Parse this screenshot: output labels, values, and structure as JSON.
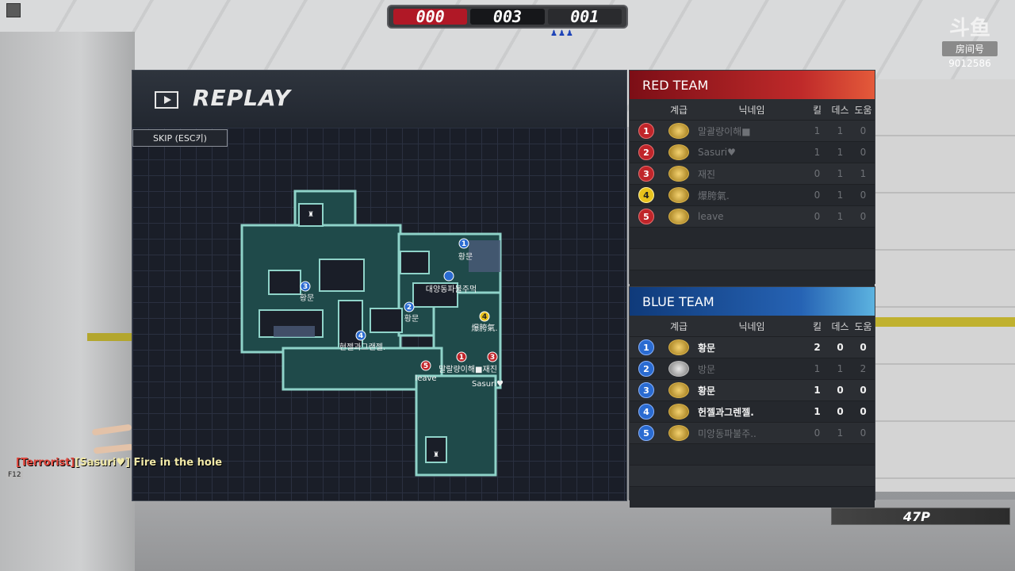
{
  "hud": {
    "score_red": "000",
    "score_mid": "003",
    "score_right": "001",
    "players_indicator": "♟♟♟",
    "points": "47P"
  },
  "watermark": {
    "brand": "斗鱼",
    "label": "房间号",
    "room_id": "9012586"
  },
  "replay": {
    "title": "REPLAY",
    "skip_label": "SKIP (ESC키)",
    "map_labels": [
      {
        "text": "황문"
      },
      {
        "text": "대양동파불주먹"
      },
      {
        "text": "황문"
      },
      {
        "text": "황문"
      },
      {
        "text": "현젤과그랜젤."
      },
      {
        "text": "말랄량이해■재진"
      },
      {
        "text": "leave"
      },
      {
        "text": "Sasuri♥"
      },
      {
        "text": "爆胯氣."
      }
    ]
  },
  "chat": {
    "tag": "[Terrorist]",
    "speaker": "[Sasuri♥]",
    "message": " Fire in the hole",
    "f12": "F12"
  },
  "columns": {
    "rank": "계급",
    "name": "닉네임",
    "kills": "킬",
    "deaths": "데스",
    "assists": "도움"
  },
  "red_team": {
    "title": "RED TEAM",
    "players": [
      {
        "num": "1",
        "name": "말괄량이해■",
        "kills": "1",
        "deaths": "1",
        "assists": "0",
        "badge": "r"
      },
      {
        "num": "2",
        "name": "Sasuri♥",
        "kills": "1",
        "deaths": "1",
        "assists": "0",
        "badge": "r"
      },
      {
        "num": "3",
        "name": "재진",
        "kills": "0",
        "deaths": "1",
        "assists": "1",
        "badge": "r"
      },
      {
        "num": "4",
        "name": "爆胯氣.",
        "kills": "0",
        "deaths": "1",
        "assists": "0",
        "badge": "y"
      },
      {
        "num": "5",
        "name": "leave",
        "kills": "0",
        "deaths": "1",
        "assists": "0",
        "badge": "r"
      }
    ]
  },
  "blue_team": {
    "title": "BLUE TEAM",
    "players": [
      {
        "num": "1",
        "name": "황문",
        "kills": "2",
        "deaths": "0",
        "assists": "0"
      },
      {
        "num": "2",
        "name": "방문",
        "kills": "1",
        "deaths": "1",
        "assists": "2"
      },
      {
        "num": "3",
        "name": "황문",
        "kills": "1",
        "deaths": "0",
        "assists": "0"
      },
      {
        "num": "4",
        "name": "헌젤과그렌젤.",
        "kills": "1",
        "deaths": "0",
        "assists": "0"
      },
      {
        "num": "5",
        "name": "미앙동파불주..",
        "kills": "0",
        "deaths": "1",
        "assists": "0"
      }
    ]
  },
  "colors": {
    "red_accent": "#c0252a",
    "blue_accent": "#2a6bd1",
    "map_wall": "#8fd3c9"
  }
}
